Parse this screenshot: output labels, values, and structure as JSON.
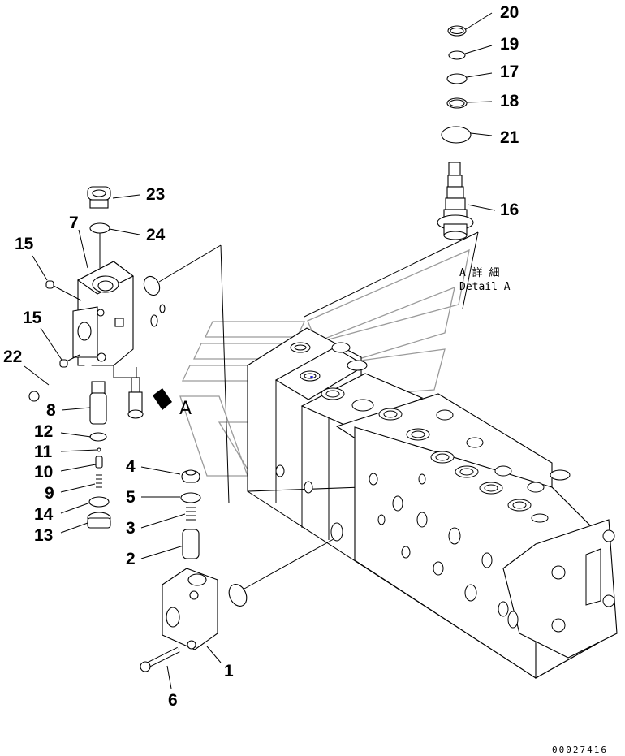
{
  "diagram": {
    "type": "exploded-parts-view",
    "subject": "Control valve assembly",
    "document_id": "00027416",
    "detail_caption": {
      "jp": "A 詳 細",
      "en": "Detail A"
    },
    "view_arrow_label": "A",
    "callouts": [
      {
        "id": "c20",
        "number": "20",
        "part": "ring"
      },
      {
        "id": "c19",
        "number": "19",
        "part": "o-ring"
      },
      {
        "id": "c17",
        "number": "17",
        "part": "o-ring"
      },
      {
        "id": "c18",
        "number": "18",
        "part": "ring"
      },
      {
        "id": "c21",
        "number": "21",
        "part": "o-ring"
      },
      {
        "id": "c16",
        "number": "16",
        "part": "valve cartridge"
      },
      {
        "id": "c23",
        "number": "23",
        "part": "plug"
      },
      {
        "id": "c24",
        "number": "24",
        "part": "o-ring"
      },
      {
        "id": "c7",
        "number": "7",
        "part": "valve body"
      },
      {
        "id": "c15a",
        "number": "15",
        "part": "plug"
      },
      {
        "id": "c15b",
        "number": "15",
        "part": "plug"
      },
      {
        "id": "c22",
        "number": "22",
        "part": "bolt"
      },
      {
        "id": "c8",
        "number": "8",
        "part": "valve"
      },
      {
        "id": "c12",
        "number": "12",
        "part": "o-ring"
      },
      {
        "id": "c11",
        "number": "11",
        "part": "ball"
      },
      {
        "id": "c10",
        "number": "10",
        "part": "poppet"
      },
      {
        "id": "c9",
        "number": "9",
        "part": "spring"
      },
      {
        "id": "c14",
        "number": "14",
        "part": "o-ring"
      },
      {
        "id": "c13",
        "number": "13",
        "part": "plug"
      },
      {
        "id": "c4",
        "number": "4",
        "part": "plug"
      },
      {
        "id": "c5",
        "number": "5",
        "part": "o-ring"
      },
      {
        "id": "c3",
        "number": "3",
        "part": "spring"
      },
      {
        "id": "c2",
        "number": "2",
        "part": "poppet"
      },
      {
        "id": "c1",
        "number": "1",
        "part": "valve body"
      },
      {
        "id": "c6",
        "number": "6",
        "part": "bolt"
      }
    ]
  }
}
